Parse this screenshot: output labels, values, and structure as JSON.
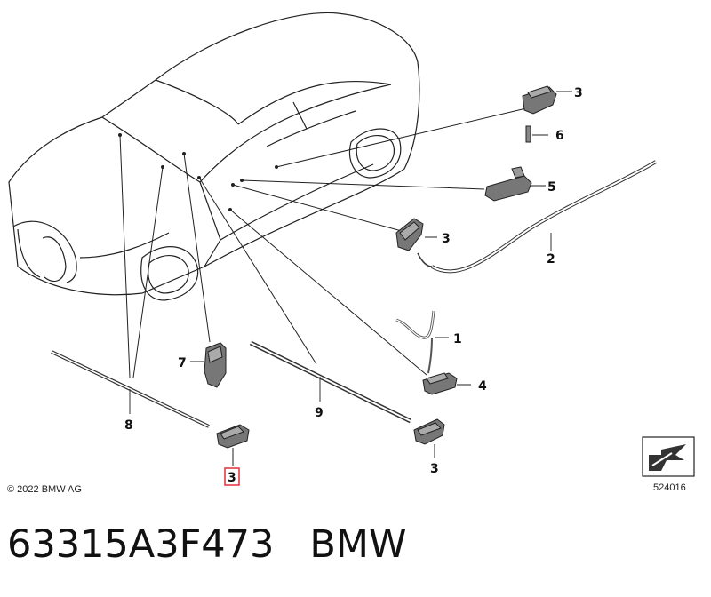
{
  "callouts": {
    "c1": "1",
    "c2": "2",
    "c3a": "3",
    "c3b": "3",
    "c3c": "3",
    "c3d": "3",
    "c4": "4",
    "c5": "5",
    "c6": "6",
    "c7": "7",
    "c8": "8",
    "c9": "9"
  },
  "copyright": "© 2022 BMW AG",
  "diagram_id": "524016",
  "part_number": "63315A3F473",
  "brand": "BMW",
  "colors": {
    "line": "#222222",
    "part": "#555555",
    "highlight": "#e0303a"
  }
}
